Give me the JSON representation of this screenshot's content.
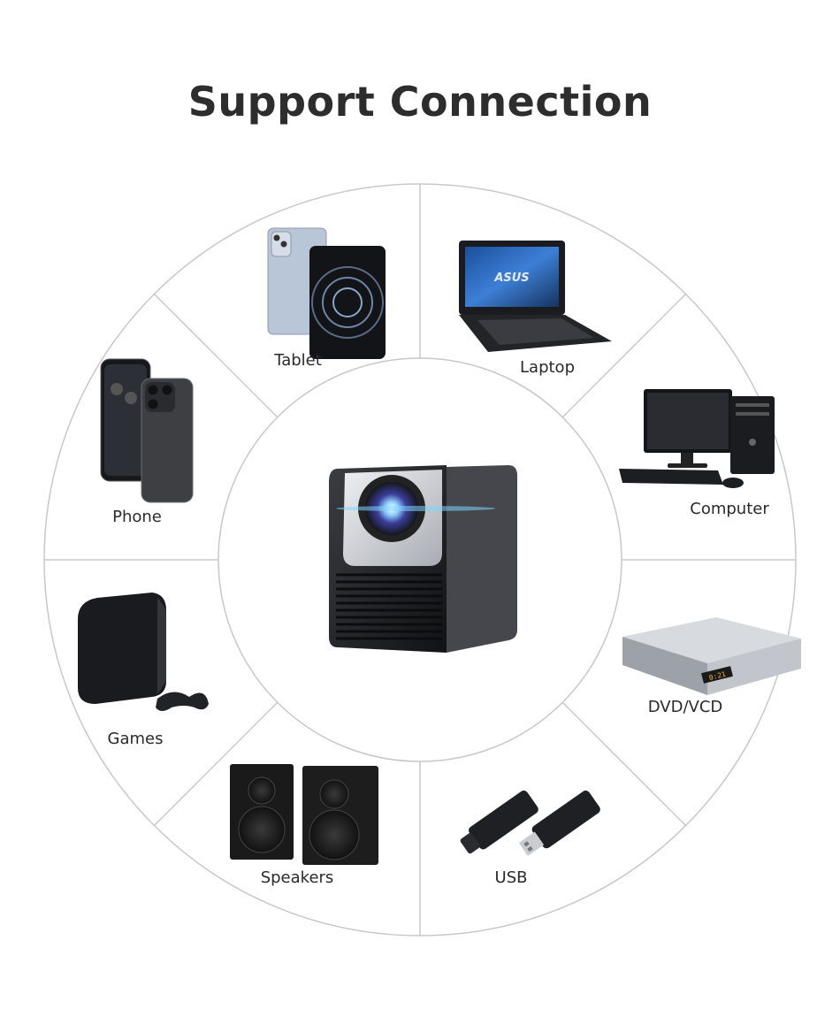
{
  "title": "Support Connection",
  "center_device": {
    "name": "projector",
    "icon": "projector-icon"
  },
  "devices": [
    {
      "label": "Tablet",
      "icon": "tablet-icon"
    },
    {
      "label": "Laptop",
      "icon": "laptop-icon"
    },
    {
      "label": "Computer",
      "icon": "desktop-computer-icon"
    },
    {
      "label": "DVD/VCD",
      "icon": "dvd-player-icon"
    },
    {
      "label": "USB",
      "icon": "usb-drive-icon"
    },
    {
      "label": "Speakers",
      "icon": "speakers-icon"
    },
    {
      "label": "Games",
      "icon": "game-console-icon"
    },
    {
      "label": "Phone",
      "icon": "phone-icon"
    }
  ],
  "colors": {
    "divider": "#c8c8c8",
    "text": "#2d2d2d",
    "device_dark": "#1e1f22"
  }
}
